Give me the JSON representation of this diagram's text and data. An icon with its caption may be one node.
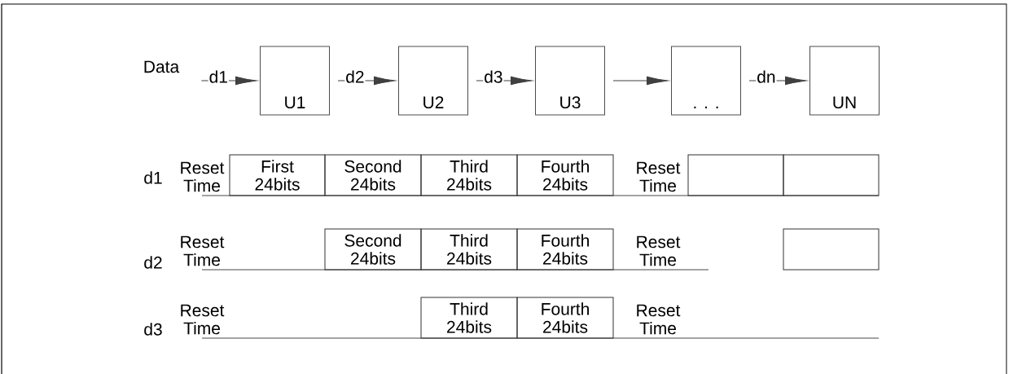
{
  "diagram": {
    "nodes": [
      {
        "text": [
          "Data"
        ]
      },
      {
        "text": [
          "U1"
        ]
      },
      {
        "text": [
          "U2"
        ]
      },
      {
        "text": [
          "U3"
        ]
      },
      {
        "text": [
          ". . ."
        ]
      },
      {
        "text": [
          "UN"
        ]
      },
      {
        "text": [
          "First 24bits"
        ]
      },
      {
        "text": [
          "Second 24bits"
        ]
      },
      {
        "text": [
          "Third 24bits"
        ]
      },
      {
        "text": [
          "Fourth 24bits"
        ]
      },
      {
        "text": [],
        "shape": "box"
      },
      {
        "text": [],
        "shape": "box"
      },
      {
        "text": [
          "Second 24bits"
        ]
      },
      {
        "text": [
          "Third 24bits"
        ]
      },
      {
        "text": [
          "Fourth 24bits"
        ]
      },
      {
        "text": [],
        "shape": "box"
      },
      {
        "text": [
          "Third 24bits"
        ]
      },
      {
        "text": [
          "Fourth 24bits"
        ]
      }
    ],
    "edges": [
      {
        "from": 0,
        "to": 1,
        "arrow": "to",
        "label": "d1"
      },
      {
        "from": 1,
        "to": 2,
        "arrow": "to",
        "label": "d2"
      },
      {
        "from": 2,
        "to": 3,
        "arrow": "to",
        "label": "d3"
      },
      {
        "from": 3,
        "to": 4,
        "arrow": "to"
      },
      {
        "from": 4,
        "to": 5,
        "arrow": "to",
        "label": "dn"
      }
    ],
    "labels": [
      "Reset Time",
      "d1",
      "Reset Time",
      "Reset Time",
      "d2",
      "Reset Time",
      "Reset Time",
      "d3",
      "Reset Time"
    ]
  }
}
